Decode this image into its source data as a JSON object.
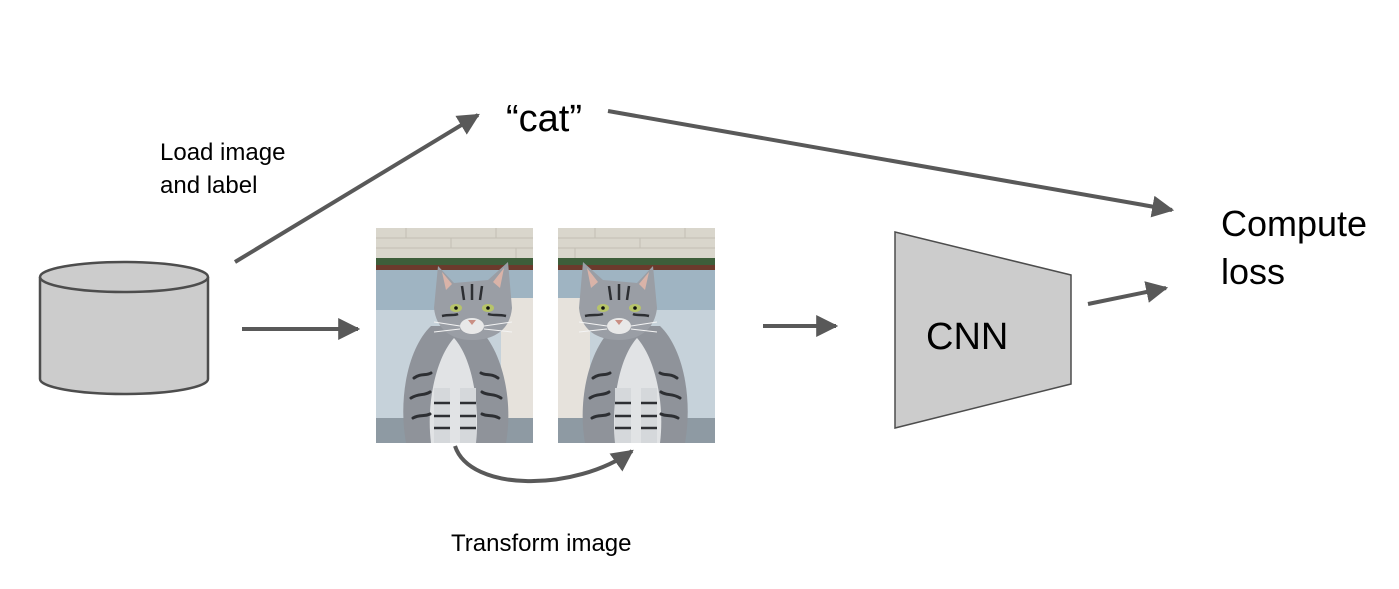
{
  "labels": {
    "load": [
      "Load image",
      "and label"
    ],
    "class_label": "“cat”",
    "compute": [
      "Compute",
      "loss"
    ],
    "model": "CNN",
    "transform": "Transform image"
  },
  "icons": {
    "dataset": "database-cylinder-icon",
    "original_image": "cat-photo",
    "flipped_image": "cat-photo-horizontally-flipped",
    "model_shape": "trapezoid-network-icon"
  },
  "colors": {
    "arrow": "#595959",
    "shape_fill": "#cccccc",
    "shape_stroke": "#4d4d4d",
    "text": "#000000",
    "background": "#ffffff"
  }
}
